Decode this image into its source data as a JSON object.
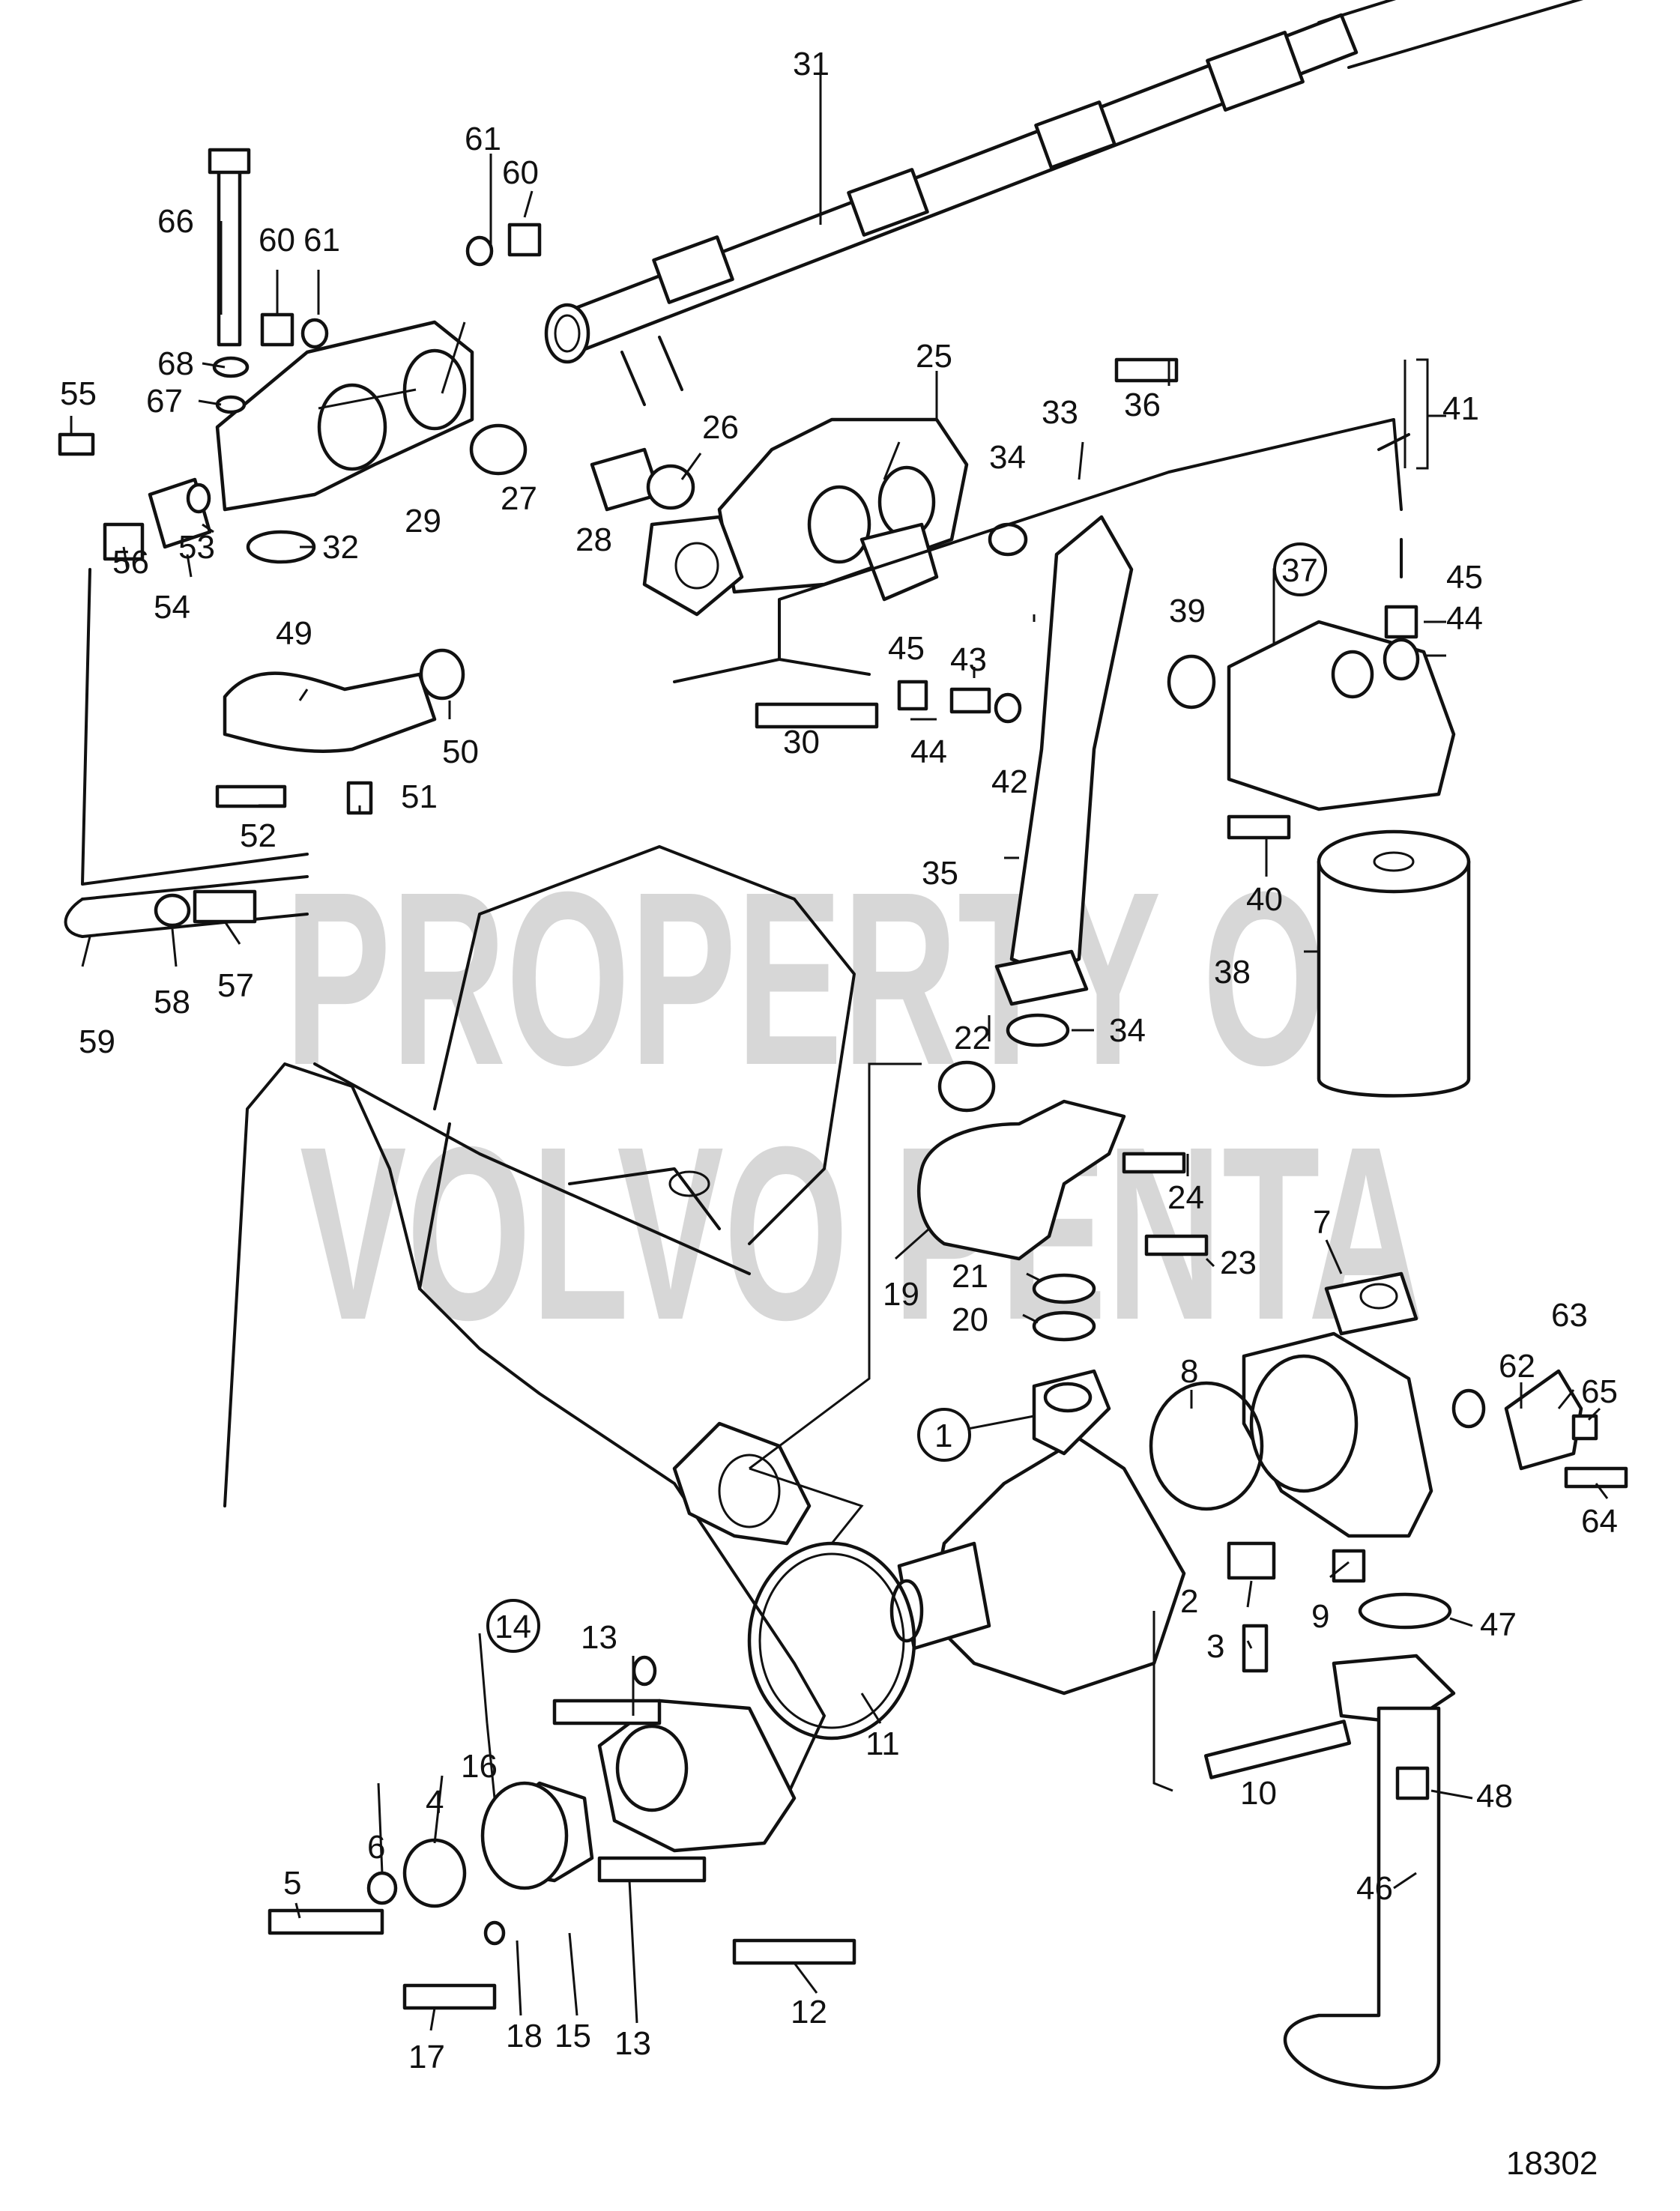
{
  "diagram_number": "18302",
  "watermark_lines": [
    "PROPERTY OF",
    "VOLVO PENTA"
  ],
  "callouts": [
    {
      "label": "1",
      "circled": true
    },
    {
      "label": "2"
    },
    {
      "label": "3"
    },
    {
      "label": "4"
    },
    {
      "label": "5"
    },
    {
      "label": "6"
    },
    {
      "label": "7"
    },
    {
      "label": "8"
    },
    {
      "label": "9"
    },
    {
      "label": "10"
    },
    {
      "label": "11"
    },
    {
      "label": "12"
    },
    {
      "label": "13"
    },
    {
      "label": "13"
    },
    {
      "label": "14",
      "circled": true
    },
    {
      "label": "15"
    },
    {
      "label": "16"
    },
    {
      "label": "17"
    },
    {
      "label": "18"
    },
    {
      "label": "19"
    },
    {
      "label": "20"
    },
    {
      "label": "21"
    },
    {
      "label": "22"
    },
    {
      "label": "23"
    },
    {
      "label": "24"
    },
    {
      "label": "25"
    },
    {
      "label": "26"
    },
    {
      "label": "27"
    },
    {
      "label": "28"
    },
    {
      "label": "29"
    },
    {
      "label": "30"
    },
    {
      "label": "31"
    },
    {
      "label": "32"
    },
    {
      "label": "33"
    },
    {
      "label": "34"
    },
    {
      "label": "34"
    },
    {
      "label": "35"
    },
    {
      "label": "36"
    },
    {
      "label": "37",
      "circled": true
    },
    {
      "label": "38"
    },
    {
      "label": "39"
    },
    {
      "label": "40"
    },
    {
      "label": "41"
    },
    {
      "label": "42"
    },
    {
      "label": "43"
    },
    {
      "label": "44"
    },
    {
      "label": "44"
    },
    {
      "label": "45"
    },
    {
      "label": "45"
    },
    {
      "label": "46"
    },
    {
      "label": "47"
    },
    {
      "label": "48"
    },
    {
      "label": "49"
    },
    {
      "label": "50"
    },
    {
      "label": "51"
    },
    {
      "label": "52"
    },
    {
      "label": "53"
    },
    {
      "label": "54"
    },
    {
      "label": "55"
    },
    {
      "label": "56"
    },
    {
      "label": "57"
    },
    {
      "label": "58"
    },
    {
      "label": "59"
    },
    {
      "label": "60"
    },
    {
      "label": "60"
    },
    {
      "label": "61"
    },
    {
      "label": "61"
    },
    {
      "label": "62"
    },
    {
      "label": "63"
    },
    {
      "label": "64"
    },
    {
      "label": "65"
    },
    {
      "label": "66"
    },
    {
      "label": "67"
    },
    {
      "label": "68"
    }
  ]
}
